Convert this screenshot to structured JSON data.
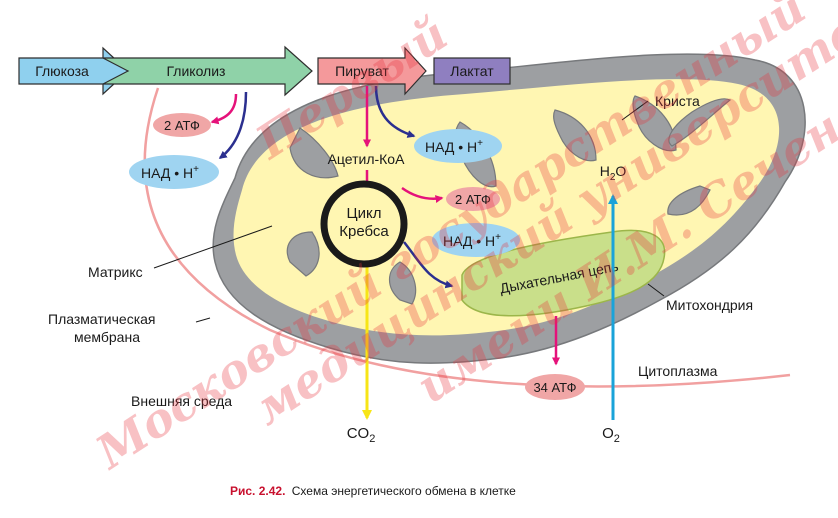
{
  "pathway": {
    "glucose": "Глюкоза",
    "glycolysis": "Гликолиз",
    "pyruvate": "Пируват",
    "lactate": "Лактат"
  },
  "products": {
    "atp_glycolysis": "2 АТФ",
    "nadh_glycolysis": "НАД • Н",
    "nadh_pyruvate": "НАД • Н",
    "atp_krebs": "2 АТФ",
    "nadh_krebs": "НАД • Н",
    "atp_chain": "34 АТФ",
    "plus": "+"
  },
  "mito": {
    "acetyl_coa": "Ацетил-КоА",
    "krebs_line1": "Цикл",
    "krebs_line2": "Кребса",
    "resp_chain": "Дыхательная цепь",
    "crista": "Криста",
    "mitochondrion": "Митохондрия",
    "matrix": "Матрикс"
  },
  "cell": {
    "plasma_membrane_line1": "Плазматическая",
    "plasma_membrane_line2": "мембрана",
    "outer_environment": "Внешняя среда",
    "cytoplasm": "Цитоплазма"
  },
  "molecules": {
    "co2": "CO",
    "co2_sub": "2",
    "o2": "O",
    "o2_sub": "2",
    "h2o_h": "H",
    "h2o_sub": "2",
    "h2o_o": "O"
  },
  "caption": {
    "number": "Рис. 2.42.",
    "text": "Схема энергетического обмена в клетке"
  },
  "watermark": {
    "line1": "Первый",
    "line2": "Московский государственный",
    "line3": "медицинский университет",
    "line4": "имени И.М. Сеченова"
  },
  "colors": {
    "glucose": "#8fd0ee",
    "glycolysis": "#8fd2a8",
    "pyruvate": "#f4999b",
    "lactate": "#8f7fc0",
    "atp": "#f0a6a6",
    "nadh": "#9fd4f1",
    "matrix": "#fff6b2",
    "outer_membrane": "#9d9fa2",
    "resp_chain": "#c9df8a",
    "plasma_membrane": "#f1a0a0",
    "arrow_magenta": "#e5127a",
    "arrow_navy": "#2b2f8f",
    "arrow_yellow": "#f7e517",
    "arrow_cyan": "#1aa3d9"
  }
}
